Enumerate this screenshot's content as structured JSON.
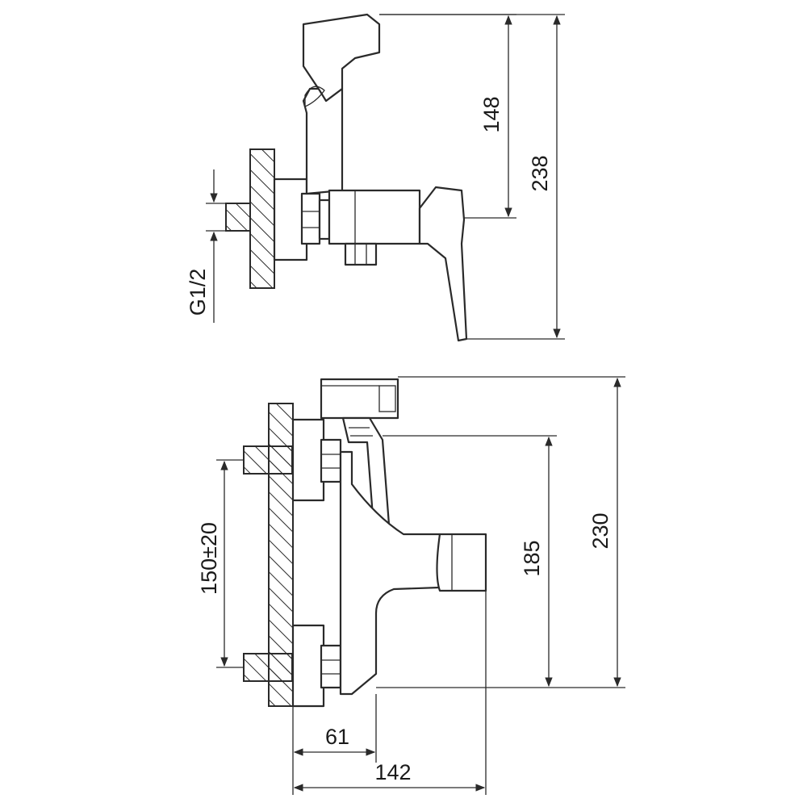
{
  "dimensions": {
    "height_handle": "148",
    "height_total_side": "238",
    "thread": "G1/2",
    "height_total_front": "230",
    "height_outlet": "185",
    "spacing": "150±20",
    "depth_inlet": "61",
    "depth_total": "142"
  }
}
